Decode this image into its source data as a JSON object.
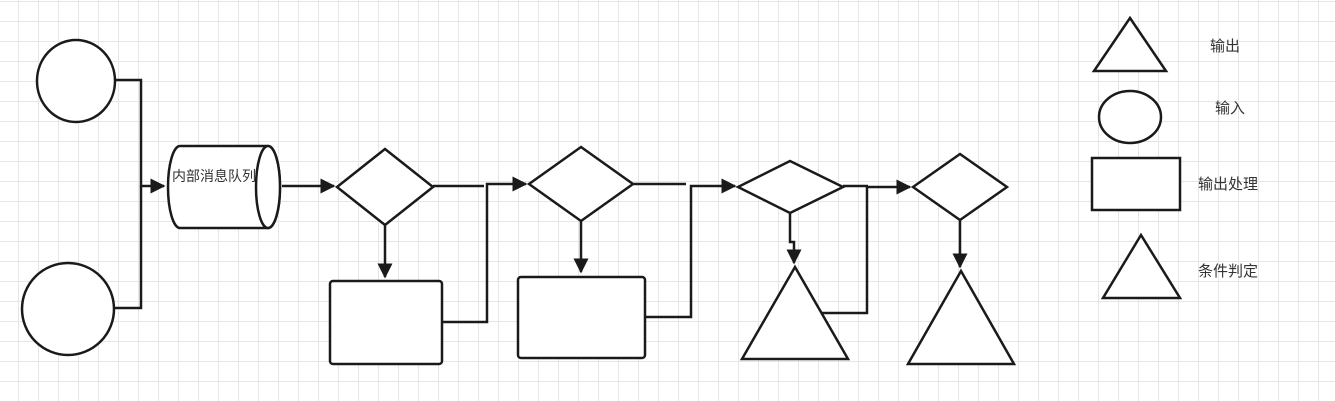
{
  "diagram": {
    "queue_label": "内部消息队列"
  },
  "legend": {
    "items": [
      {
        "shape": "triangle",
        "label": "输出"
      },
      {
        "shape": "ellipse",
        "label": "输入"
      },
      {
        "shape": "rectangle",
        "label": "输出处理"
      },
      {
        "shape": "triangle",
        "label": "条件判定"
      }
    ]
  },
  "colors": {
    "stroke": "#1a1a1a",
    "grid_minor": "#e6e6e6",
    "grid_major": "#d2d2d2",
    "background": "#ffffff"
  }
}
